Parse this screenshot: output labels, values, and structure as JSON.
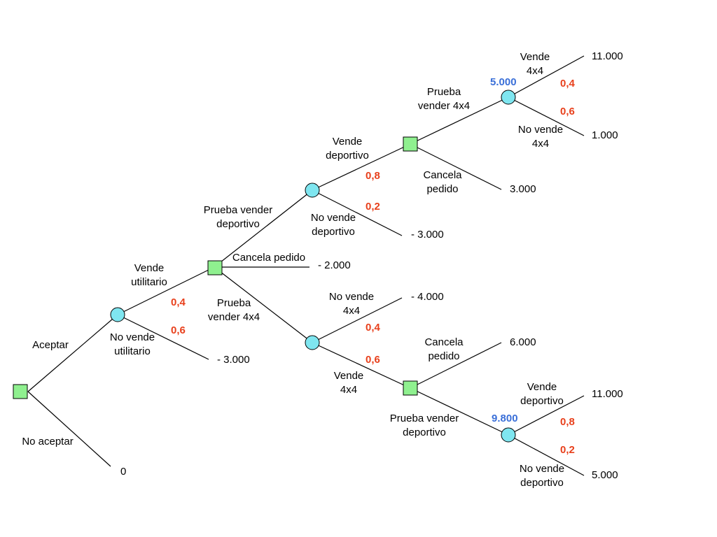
{
  "colors": {
    "decision_fill": "#8ff08f",
    "chance_fill": "#7fe6f0",
    "probability": "#e8401c",
    "expected_value": "#3a6fd8",
    "line": "#000000"
  },
  "branches": {
    "aceptar": "Aceptar",
    "no_aceptar": "No aceptar",
    "vende_utilitario": [
      "Vende",
      "utilitario"
    ],
    "no_vende_utilitario": [
      "No vende",
      "utilitario"
    ],
    "prueba_vender_deportivo": [
      "Prueba vender",
      "deportivo"
    ],
    "cancela_pedido_mid": "Cancela pedido",
    "prueba_vender_4x4": [
      "Prueba",
      "vender 4x4"
    ],
    "vende_deportivo": [
      "Vende",
      "deportivo"
    ],
    "no_vende_deportivo": [
      "No vende",
      "deportivo"
    ],
    "prueba_vender_4x4_upper": [
      "Prueba",
      "vender 4x4"
    ],
    "cancela_pedido_upper": [
      "Cancela",
      "pedido"
    ],
    "vende_4x4_upper": [
      "Vende",
      "4x4"
    ],
    "no_vende_4x4_upper": [
      "No vende",
      "4x4"
    ],
    "no_vende_4x4_lower": [
      "No vende",
      "4x4"
    ],
    "vende_4x4_lower": [
      "Vende",
      "4x4"
    ],
    "cancela_pedido_lower": [
      "Cancela",
      "pedido"
    ],
    "prueba_vender_deportivo_lower": [
      "Prueba vender",
      "deportivo"
    ],
    "vende_deportivo_lower": [
      "Vende",
      "deportivo"
    ],
    "no_vende_deportivo_lower": [
      "No vende",
      "deportivo"
    ]
  },
  "probabilities": {
    "utilitario_si": "0,4",
    "utilitario_no": "0,6",
    "deportivo_si": "0,8",
    "deportivo_no": "0,2",
    "upper_4x4_si": "0,4",
    "upper_4x4_no": "0,6",
    "lower_4x4_no": "0,4",
    "lower_4x4_si": "0,6",
    "lower_deportivo_si": "0,8",
    "lower_deportivo_no": "0,2"
  },
  "expected_values": {
    "upper_chance": "5.000",
    "lower_chance": "9.800"
  },
  "payoffs": {
    "p1": "11.000",
    "p2": "1.000",
    "p3": "3.000",
    "p4": "- 3.000",
    "p5": "- 2.000",
    "p6": "- 4.000",
    "p7": "6.000",
    "p8": "11.000",
    "p9": "5.000",
    "p10": "- 3.000",
    "p11": "0"
  }
}
